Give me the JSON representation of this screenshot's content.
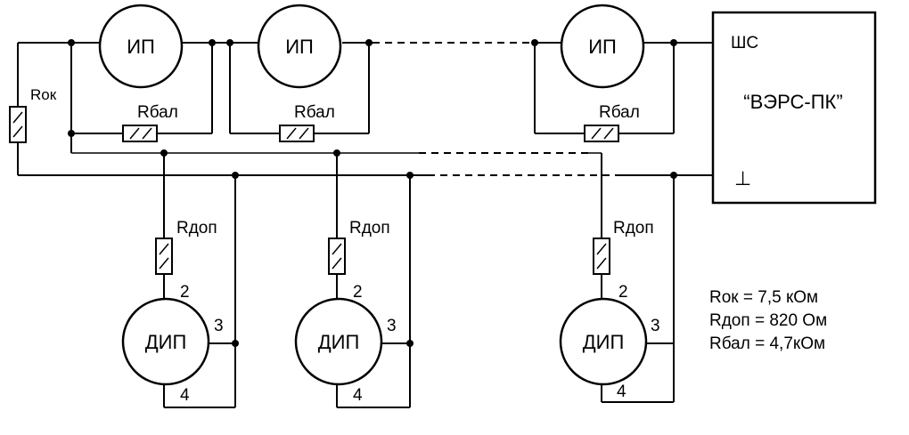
{
  "detectors": {
    "ip_label": "ИП",
    "dip_label": "ДИП",
    "pin_2": "2",
    "pin_3": "3",
    "pin_4": "4"
  },
  "resistors": {
    "rbal": "Rбал",
    "rdop": "Rдоп",
    "rok": "Rок"
  },
  "panel": {
    "shs": "ШС",
    "name": "“ВЭРС-ПК”",
    "ground": "⊥"
  },
  "legend": {
    "rok": "Rок = 7,5 кОм",
    "rdop": "Rдоп = 820 Ом",
    "rbal": "Rбал = 4,7кОм"
  }
}
